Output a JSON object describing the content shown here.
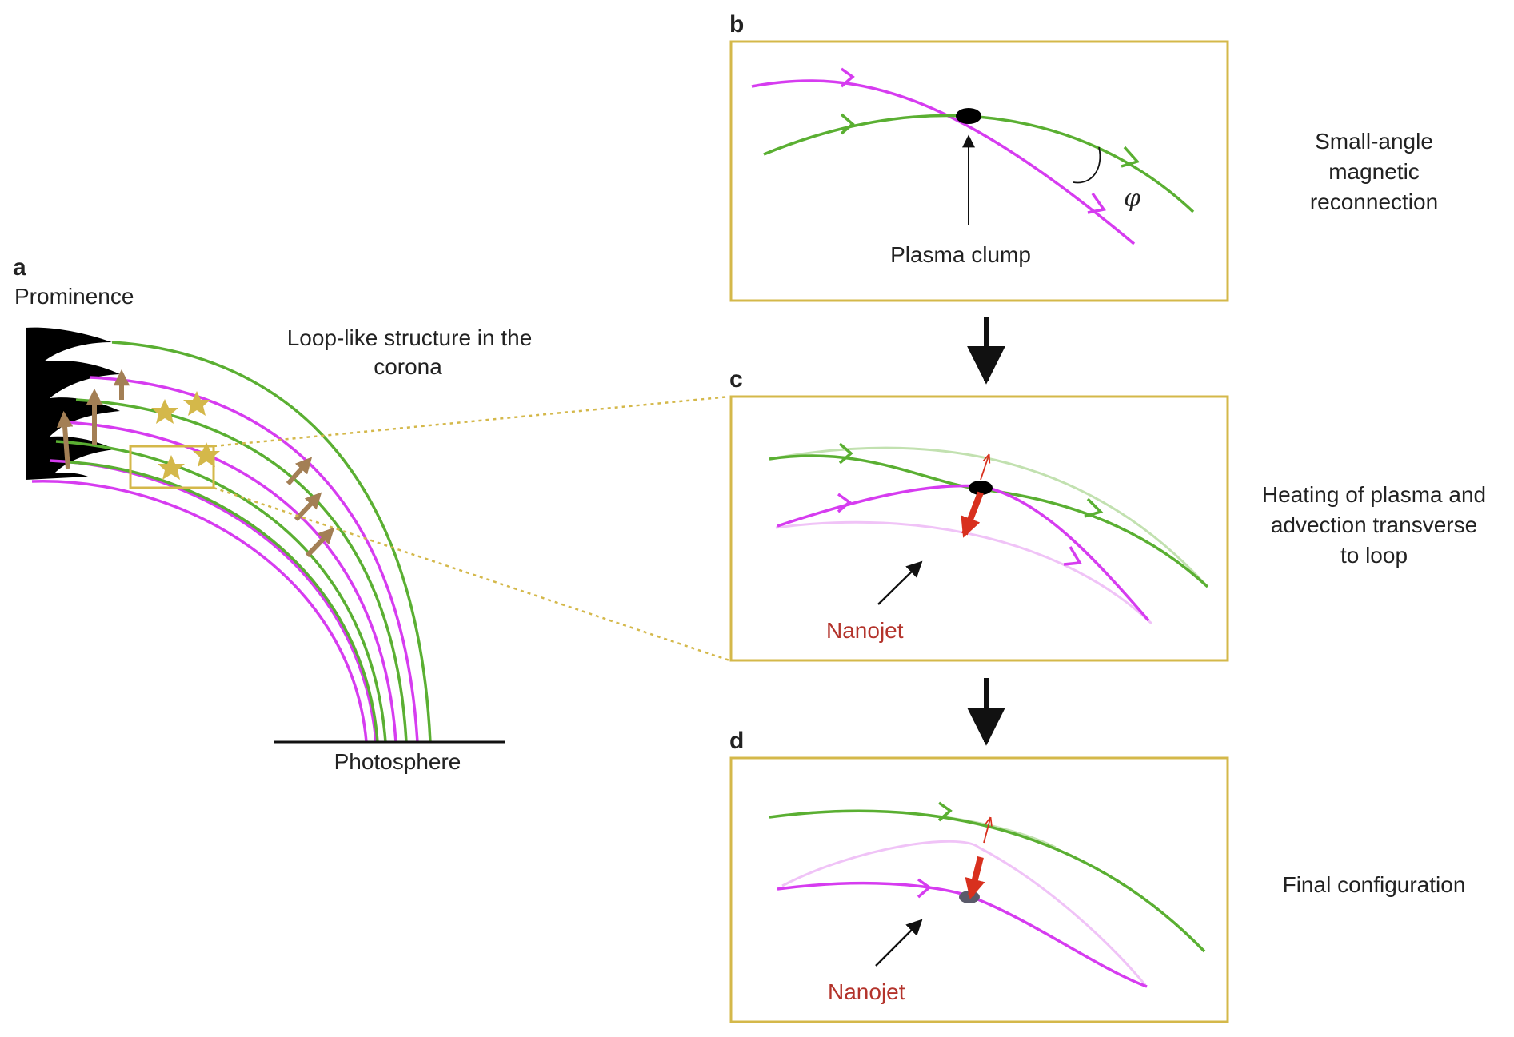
{
  "panels": {
    "a": {
      "letter": "a",
      "prominence": "Prominence",
      "loop_line1": "Loop-like structure in the",
      "loop_line2": "corona",
      "photosphere": "Photosphere"
    },
    "b": {
      "letter": "b",
      "plasma_clump": "Plasma clump",
      "angle_symbol": "φ",
      "desc": [
        "Small-angle",
        "magnetic",
        "reconnection"
      ]
    },
    "c": {
      "letter": "c",
      "nanojet": "Nanojet",
      "desc": [
        "Heating of plasma and",
        "advection transverse",
        "to loop"
      ]
    },
    "d": {
      "letter": "d",
      "nanojet": "Nanojet",
      "desc": [
        "Final configuration"
      ]
    }
  },
  "colors": {
    "green": "#5aaf32",
    "magenta": "#d63cf0",
    "light_green": "#c2e1b0",
    "light_magenta": "#f0c3f7",
    "panel_border": "#d4b84a",
    "connector": "#d4b84a",
    "star": "#d4b84a",
    "brown_arrow": "#a37f55",
    "red": "#d8301e",
    "nanojet_text": "#b3332b"
  }
}
